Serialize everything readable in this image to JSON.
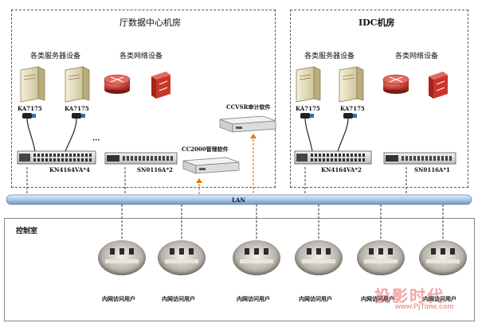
{
  "rooms": {
    "left": {
      "title": "厅数据中心机房",
      "servers_label": "各类服务器设备",
      "network_label": "各类网络设备"
    },
    "right": {
      "title": "IDC机房",
      "servers_label": "各类服务器设备",
      "network_label": "各类网络设备"
    }
  },
  "devices": {
    "ka_left_1": "KA7175",
    "ka_left_2": "KA7175",
    "ka_right_1": "KA7175",
    "ka_right_2": "KA7175",
    "kn_left": "KN4164VA*4",
    "sn_left": "SN0116A*2",
    "kn_right": "KN4164VA*2",
    "sn_right": "SN0116A*1",
    "ccvsr": "CCVSR审计软件",
    "cc2000": "CC2000管理软件",
    "ellipsis": "···"
  },
  "lan_label": "LAN",
  "control_room": "控制室",
  "users": [
    "内网访问用户",
    "内网访问用户",
    "内网访问用户",
    "内网访问用户",
    "内网访问用户",
    "内网访问用户"
  ],
  "watermark": {
    "cn": "投影时代",
    "url": "www.PjTime.com"
  },
  "colors": {
    "lan": "#a9c7e8",
    "lan_dark": "#6b95c2",
    "dashed_line": "#e07b00",
    "router": "#c0392b",
    "server": "#e8e0c0"
  }
}
